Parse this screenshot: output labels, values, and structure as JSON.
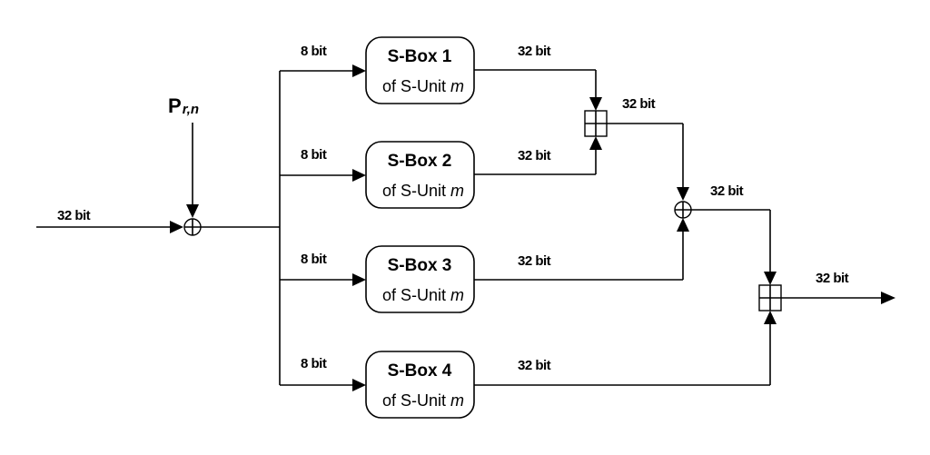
{
  "input": {
    "width_label": "32 bit"
  },
  "round_key": {
    "symbol": "P",
    "subscript": "r,n"
  },
  "sboxes": [
    {
      "title": "S-Box 1",
      "sub_prefix": "of S-Unit ",
      "sub_var": "m",
      "in_label": "8 bit",
      "out_label": "32 bit"
    },
    {
      "title": "S-Box 2",
      "sub_prefix": "of S-Unit ",
      "sub_var": "m",
      "in_label": "8 bit",
      "out_label": "32 bit"
    },
    {
      "title": "S-Box 3",
      "sub_prefix": "of S-Unit ",
      "sub_var": "m",
      "in_label": "8 bit",
      "out_label": "32 bit"
    },
    {
      "title": "S-Box 4",
      "sub_prefix": "of S-Unit ",
      "sub_var": "m",
      "in_label": "8 bit",
      "out_label": "32 bit"
    }
  ],
  "add1": {
    "out_label": "32 bit"
  },
  "xor2": {
    "out_label": "32 bit"
  },
  "output": {
    "width_label": "32 bit"
  }
}
